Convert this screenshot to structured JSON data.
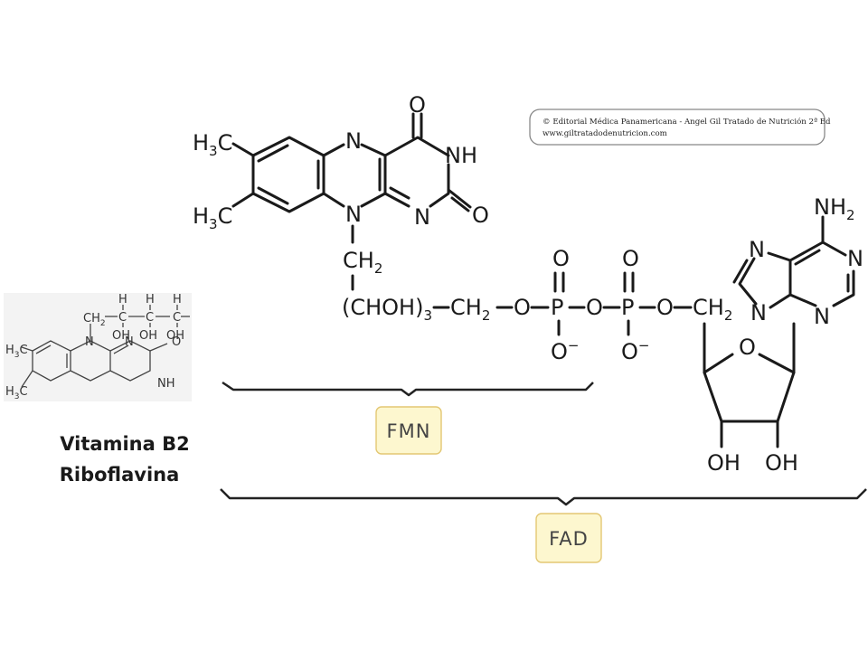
{
  "credit": {
    "line1": "© Editorial Médica Panamericana - Angel Gil  Tratado de Nutrición 2ª Ed",
    "line2": "www.giltratadodenutricion.com"
  },
  "labels": {
    "fmn": "FMN",
    "fad": "FAD",
    "caption_line1": "Vitamina B2",
    "caption_line2": "Riboflavina"
  },
  "atoms": {
    "O": "O",
    "N": "N",
    "NH": "NH",
    "H": "H",
    "C": "C",
    "P": "P",
    "OH": "OH",
    "H3C_H": "H",
    "H3C_3": "3",
    "H3C_C": "C",
    "CH2_CH": "CH",
    "CH2_2": "2",
    "CHOH3_main": "(CHOH)",
    "CHOH3_3": "3",
    "O_minus_sign": "−",
    "NH2_N": "NH",
    "NH2_2": "2"
  },
  "colors": {
    "label_fill": "#fdf7cf",
    "label_stroke": "#e3c773",
    "ink": "#1a1a1a"
  }
}
